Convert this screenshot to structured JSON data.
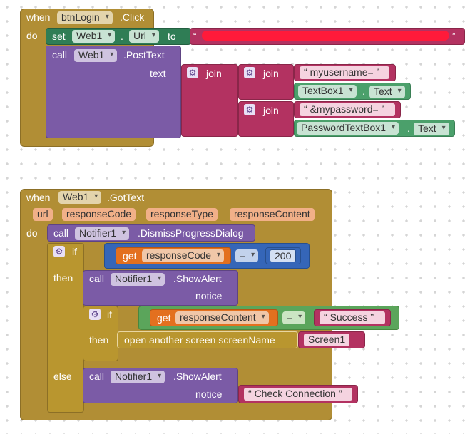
{
  "block1": {
    "when": "when",
    "component": "btnLogin",
    "event": ".Click",
    "do": "do",
    "set": "set",
    "set_component": "Web1",
    "set_dot": ".",
    "set_property": "Url",
    "to": "to",
    "call": "call",
    "call_component": "Web1",
    "call_method": ".PostText",
    "text_param": "text",
    "join1": "join",
    "join2": "join",
    "join3": "join",
    "lit_username": "myusername=",
    "textbox": "TextBox1",
    "textbox_dot": ".",
    "textbox_prop": "Text",
    "lit_password": "&mypassword=",
    "passbox": "PasswordTextBox1",
    "passbox_dot": ".",
    "passbox_prop": "Text",
    "open_quote": "“",
    "close_quote": "”"
  },
  "block2": {
    "when": "when",
    "component": "Web1",
    "event": ".GotText",
    "params": [
      "url",
      "responseCode",
      "responseType",
      "responseContent"
    ],
    "do": "do",
    "call": "call",
    "notifier": "Notifier1",
    "dismiss": ".DismissProgressDialog",
    "if": "if",
    "get": "get",
    "get_var": "responseCode",
    "op": "=",
    "num": "200",
    "then": "then",
    "show_alert": ".ShowAlert",
    "notice": "notice",
    "if2": "if",
    "get2": "get",
    "get_var2": "responseContent",
    "op2": "=",
    "lit_success": "Success",
    "then2": "then",
    "open_screen": "open another screen  screenName",
    "screen": "Screen1",
    "else": "else",
    "lit_check": "Check Connection",
    "open_quote": "“",
    "close_quote": "”"
  },
  "colors": {
    "event": "#b18e35",
    "procedure": "#7b5ba6",
    "setter": "#2f7d55",
    "text": "#b33261",
    "property": "#4ba06b",
    "math": "#3566b8",
    "logic": "#5ba55b",
    "redaction": "#ff1a3a"
  }
}
